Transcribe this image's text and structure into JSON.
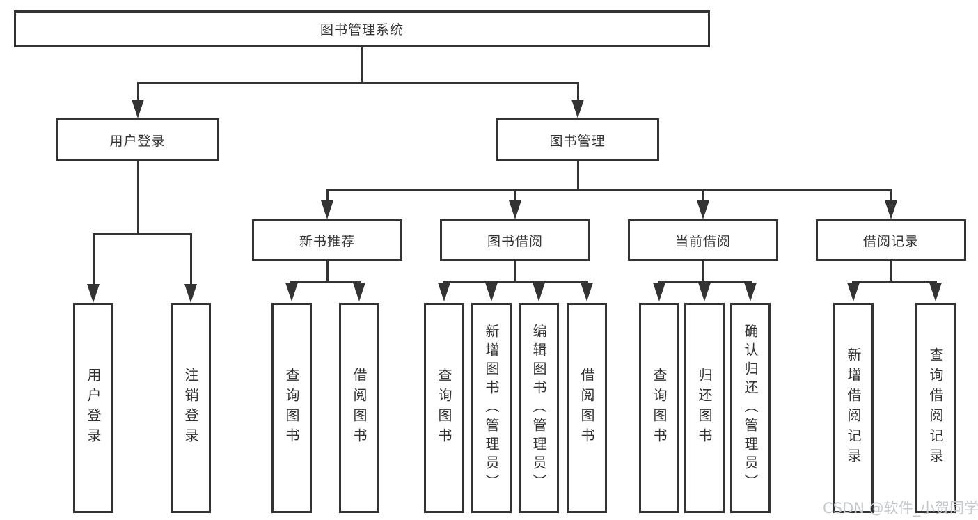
{
  "tree": {
    "root": {
      "label": "图书管理系统"
    },
    "branches": [
      {
        "label": "用户登录",
        "children": [
          {
            "label": "用户登录"
          },
          {
            "label": "注销登录"
          }
        ]
      },
      {
        "label": "图书管理",
        "children": [
          {
            "label": "新书推荐",
            "children": [
              {
                "label": "查询图书"
              },
              {
                "label": "借阅图书"
              }
            ]
          },
          {
            "label": "图书借阅",
            "children": [
              {
                "label": "查询图书"
              },
              {
                "label": "新增图书（管理员）"
              },
              {
                "label": "编辑图书（管理员）"
              },
              {
                "label": "借阅图书"
              }
            ]
          },
          {
            "label": "当前借阅",
            "children": [
              {
                "label": "查询图书"
              },
              {
                "label": "归还图书"
              },
              {
                "label": "确认归还（管理员）"
              }
            ]
          },
          {
            "label": "借阅记录",
            "children": [
              {
                "label": "新增借阅记录"
              },
              {
                "label": "查询借阅记录"
              }
            ]
          }
        ]
      }
    ]
  },
  "watermark": {
    "text": "CSDN @软件_小贺同学"
  },
  "colors": {
    "line": "#333333",
    "box_background": "#ffffff",
    "text": "#333333",
    "watermark": "#c3c8cd"
  }
}
